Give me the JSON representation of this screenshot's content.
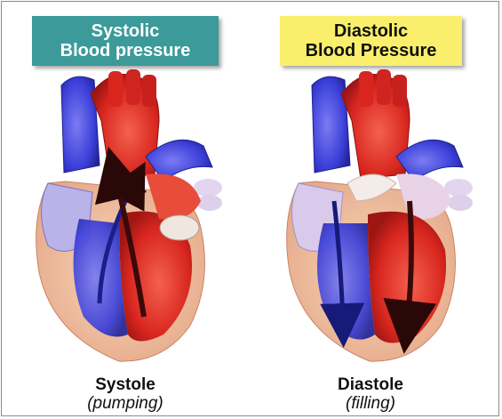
{
  "systolic": {
    "title_line1": "Systolic",
    "title_line2": "Blood pressure",
    "caption": "Systole",
    "subcaption": "(pumping)"
  },
  "diastolic": {
    "title_line1": "Diastolic",
    "title_line2": "Blood Pressure",
    "caption": "Diastole",
    "subcaption": "(filling)"
  },
  "colors": {
    "systolic_label_bg": "#3c9a9a",
    "diastolic_label_bg": "#f9ef6c",
    "oxygen_poor_blood": "#3b3fd8",
    "oxygen_rich_blood": "#e8352c",
    "flow_arrow": "#3a0a0a"
  }
}
